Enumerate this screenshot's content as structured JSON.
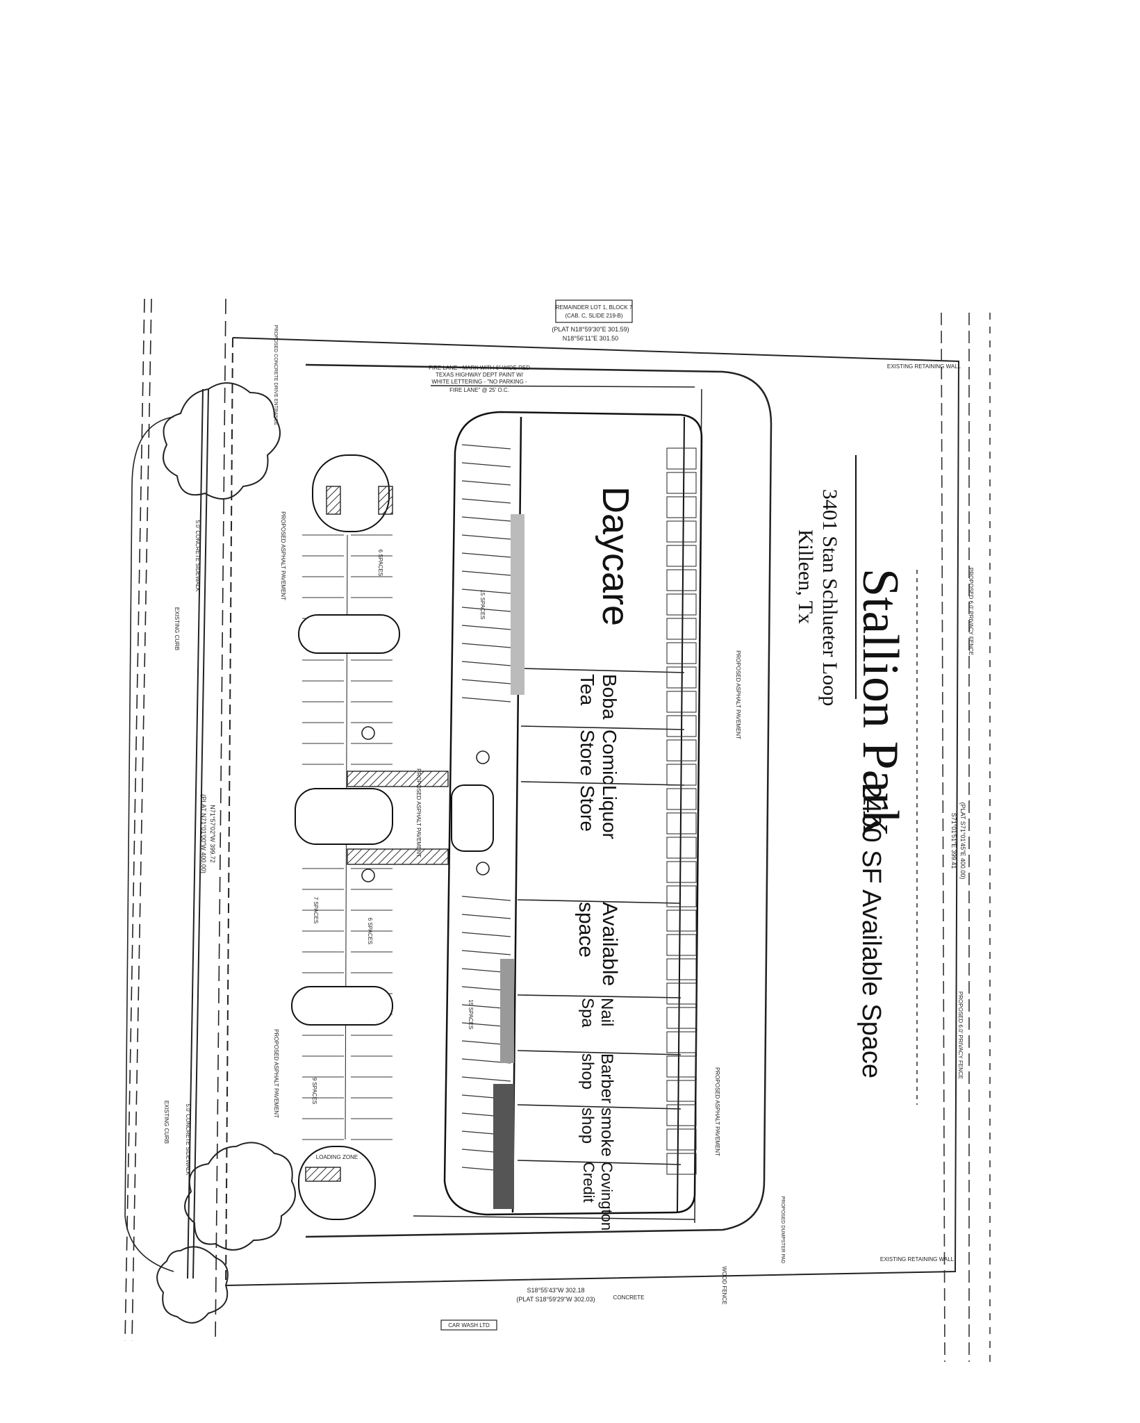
{
  "title": {
    "name": "Stallion Park",
    "address": "3401 Stan Schlueter Loop",
    "city": "Killeen, Tx"
  },
  "availability": "2400 SF Available Space",
  "tenants": [
    {
      "key": "daycare",
      "lines": [
        "Daycare"
      ]
    },
    {
      "key": "boba",
      "lines": [
        "Boba",
        "Tea"
      ]
    },
    {
      "key": "comic",
      "lines": [
        "Comic",
        "Store"
      ]
    },
    {
      "key": "liquor",
      "lines": [
        "Liquor",
        "Store"
      ]
    },
    {
      "key": "available",
      "lines": [
        "Available",
        "space"
      ]
    },
    {
      "key": "nail",
      "lines": [
        "Nail",
        "Spa"
      ]
    },
    {
      "key": "barber",
      "lines": [
        "Barber",
        "shop"
      ]
    },
    {
      "key": "smoke",
      "lines": [
        "smoke",
        "shop"
      ]
    },
    {
      "key": "covington",
      "lines": [
        "Covington",
        "Credit"
      ]
    }
  ],
  "plan_labels": {
    "fire_lane_top": "FIRE LANE - MARK WITH 6\" WIDE RED",
    "fire_lane_top_2": "TEXAS HIGHWAY DEPT PAINT W/",
    "fire_lane_top_3": "WHITE LETTERING - \"NO PARKING -",
    "fire_lane_top_4": "FIRE LANE\" @ 25' O.C.",
    "plat_top": "(PLAT N18°59'30\"E 301.59)",
    "plat_top_2": "N18°56'11\"E 301.50",
    "plat_bottom": "S18°55'43\"W 302.18",
    "plat_bottom_2": "(PLAT S18°59'29\"W 302.03)",
    "plat_right": "(PLAT S71°01'45\"E 400.00)",
    "plat_right_2": "S71°01'51\"E 399.41",
    "plat_left": "N71°57'02\"W 399.72",
    "plat_left_2": "(PLAT N71°01'00\"W 400.00)",
    "proposed_asphalt": "PROPOSED ASPHALT PAVEMENT",
    "concrete_sidewalk": "5.0' CONCRETE SIDEWALK",
    "existing_curb": "EXISTING CURB",
    "privacy_fence": "PROPOSED 6.0' PRIVACY FENCE",
    "retaining_wall": "EXISTING RETAINING WALL",
    "spaces_15": "15 SPACES",
    "spaces_6": "6 SPACES",
    "spaces_7": "7 SPACES",
    "spaces_9": "9 SPACES",
    "loading_zone": "LOADING ZONE",
    "dumpster": "PROPOSED DUMPSTER PAD",
    "drive": "PROPOSED CONCRETE DRIVE ENTRANCE",
    "header_box": "REMAINDER LOT 1, BLOCK 7",
    "header_box_2": "(CAB. C, SLIDE 219-B)",
    "wood_fence": "WOOD FENCE",
    "car_wash": "CAR WASH LTD",
    "concrete": "CONCRETE"
  }
}
